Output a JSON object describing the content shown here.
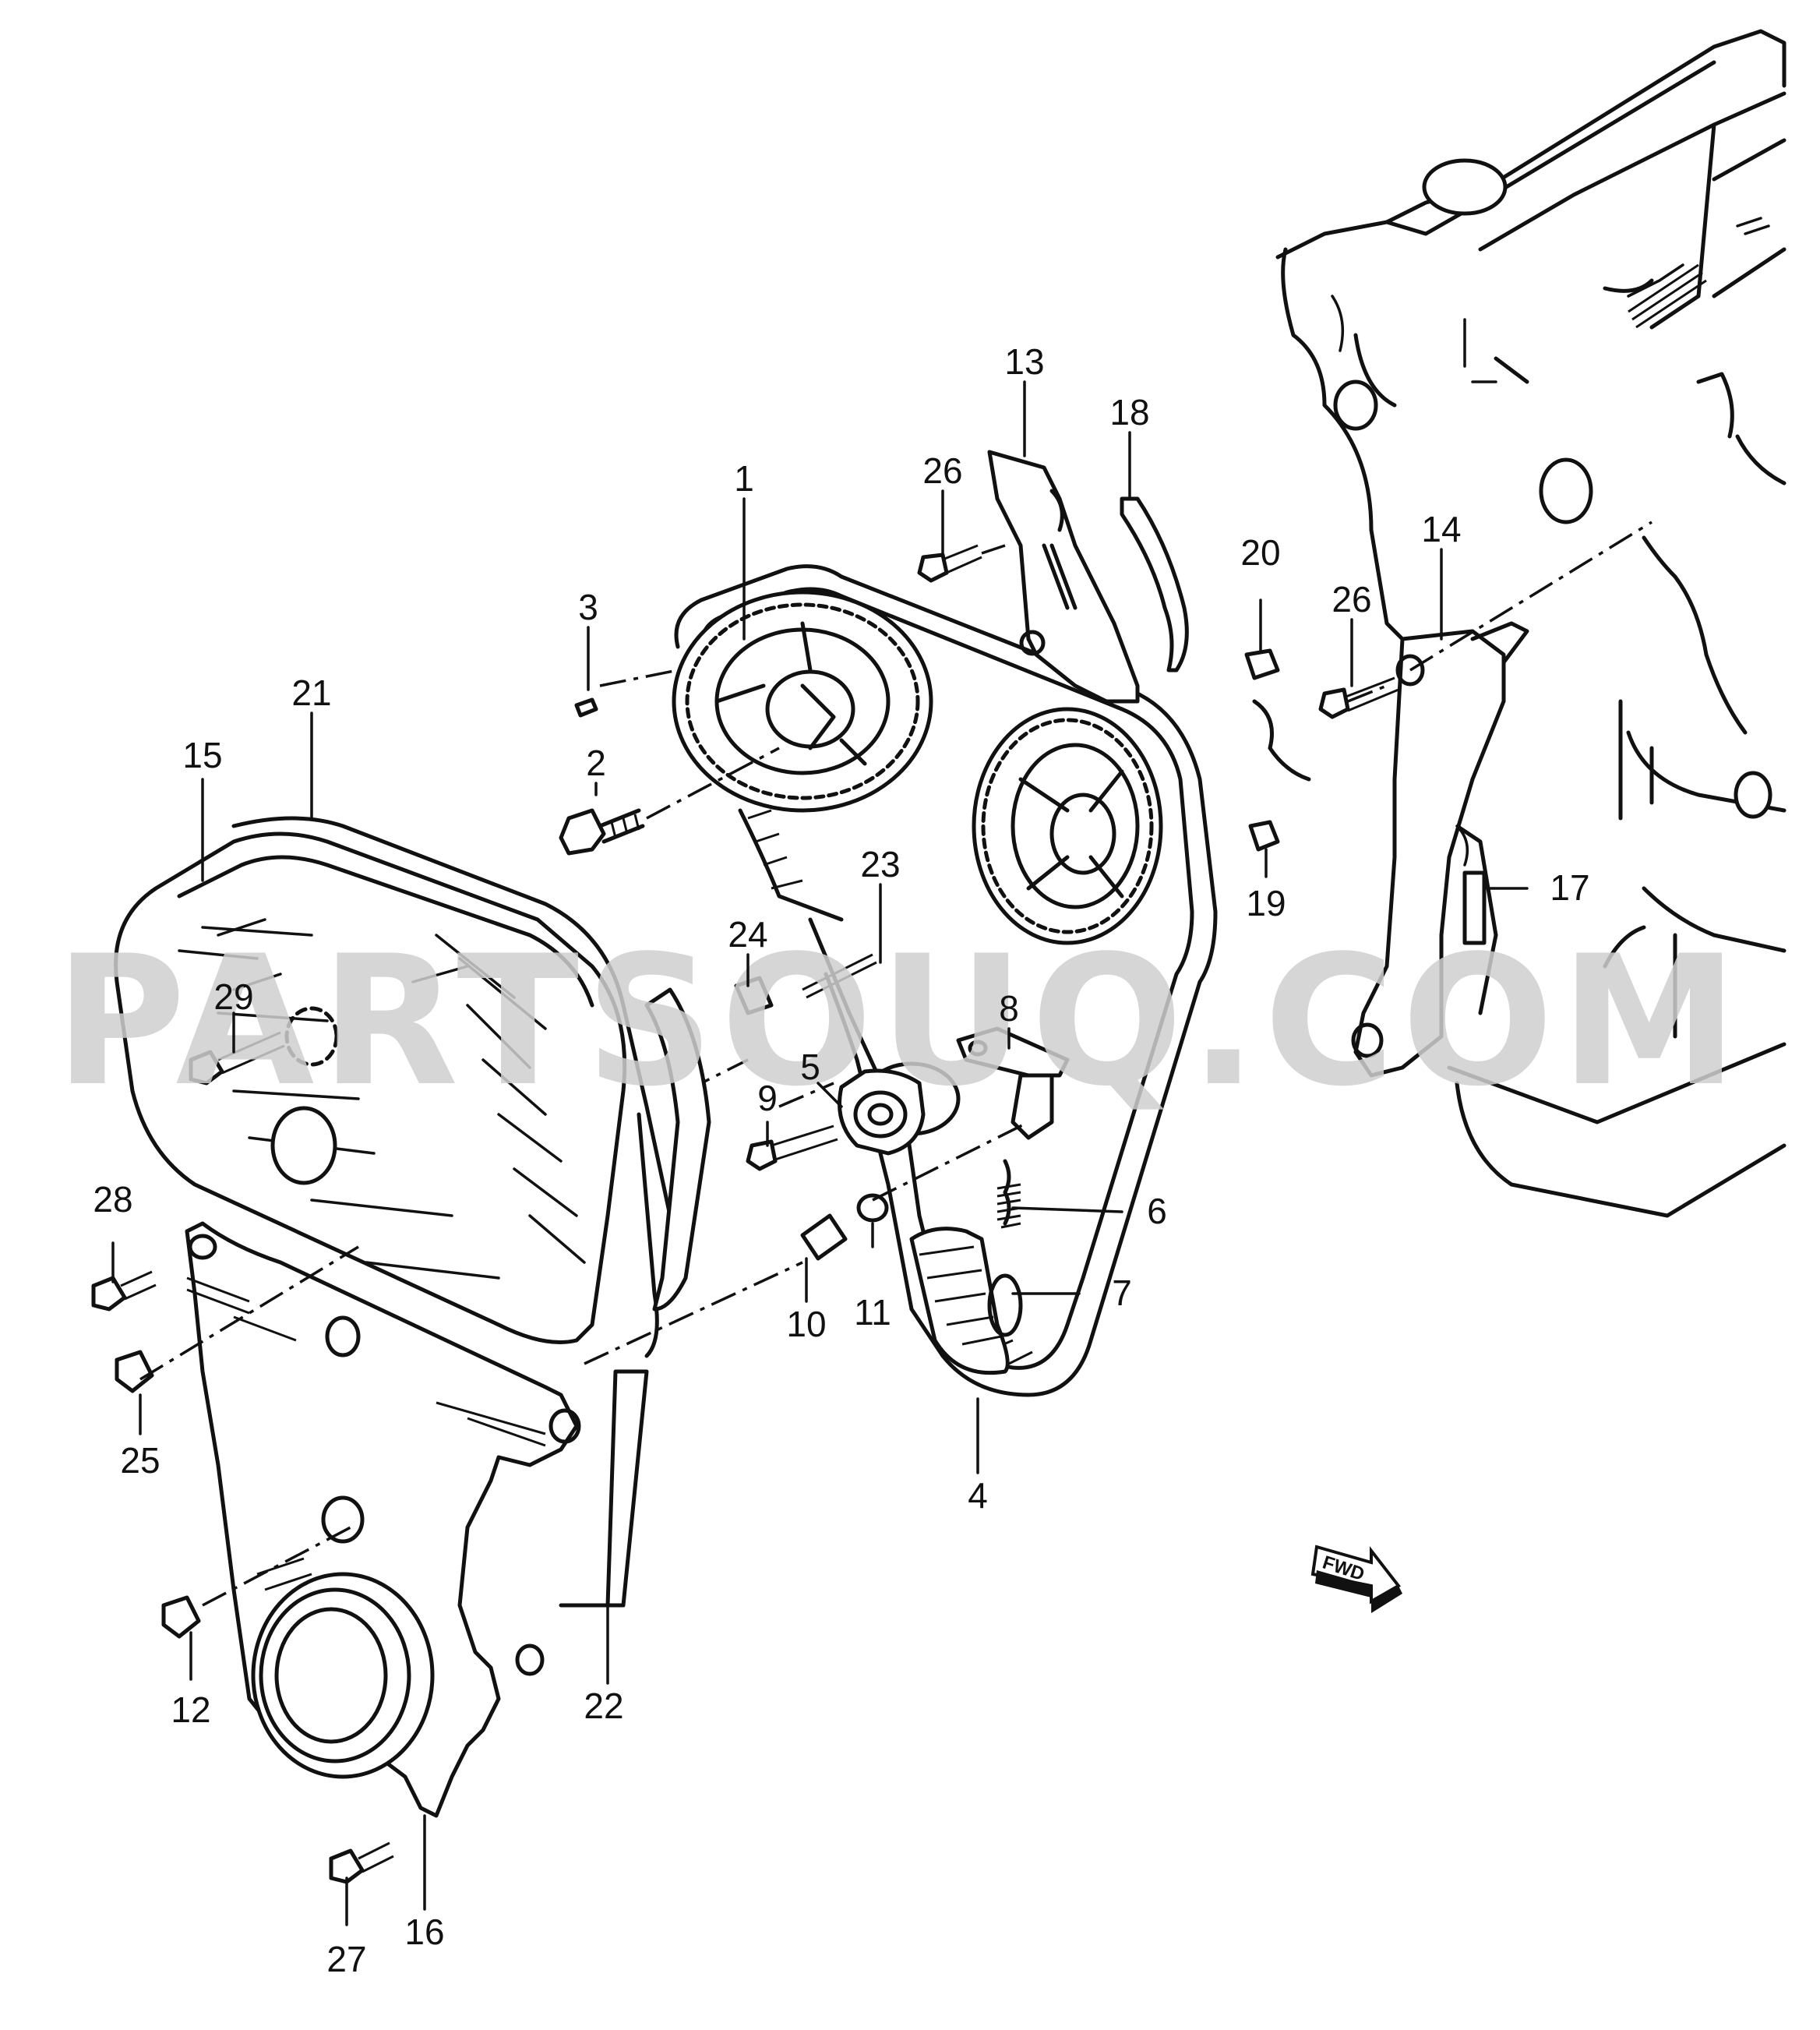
{
  "watermark": "PARTSOUQ.COM",
  "direction_badge": "FWD",
  "callouts": [
    {
      "id": "c1",
      "label": "1"
    },
    {
      "id": "c2",
      "label": "2"
    },
    {
      "id": "c3",
      "label": "3"
    },
    {
      "id": "c4",
      "label": "4"
    },
    {
      "id": "c5",
      "label": "5"
    },
    {
      "id": "c6",
      "label": "6"
    },
    {
      "id": "c7",
      "label": "7"
    },
    {
      "id": "c8",
      "label": "8"
    },
    {
      "id": "c9",
      "label": "9"
    },
    {
      "id": "c10",
      "label": "10"
    },
    {
      "id": "c11",
      "label": "11"
    },
    {
      "id": "c12",
      "label": "12"
    },
    {
      "id": "c13",
      "label": "13"
    },
    {
      "id": "c14",
      "label": "14"
    },
    {
      "id": "c15",
      "label": "15"
    },
    {
      "id": "c16",
      "label": "16"
    },
    {
      "id": "c17",
      "label": "17"
    },
    {
      "id": "c18",
      "label": "18"
    },
    {
      "id": "c19",
      "label": "19"
    },
    {
      "id": "c20",
      "label": "20"
    },
    {
      "id": "c21",
      "label": "21"
    },
    {
      "id": "c22",
      "label": "22"
    },
    {
      "id": "c23",
      "label": "23"
    },
    {
      "id": "c24",
      "label": "24"
    },
    {
      "id": "c25",
      "label": "25"
    },
    {
      "id": "c26a",
      "label": "26"
    },
    {
      "id": "c26b",
      "label": "26"
    },
    {
      "id": "c27",
      "label": "27"
    },
    {
      "id": "c28",
      "label": "28"
    },
    {
      "id": "c29",
      "label": "29"
    }
  ]
}
